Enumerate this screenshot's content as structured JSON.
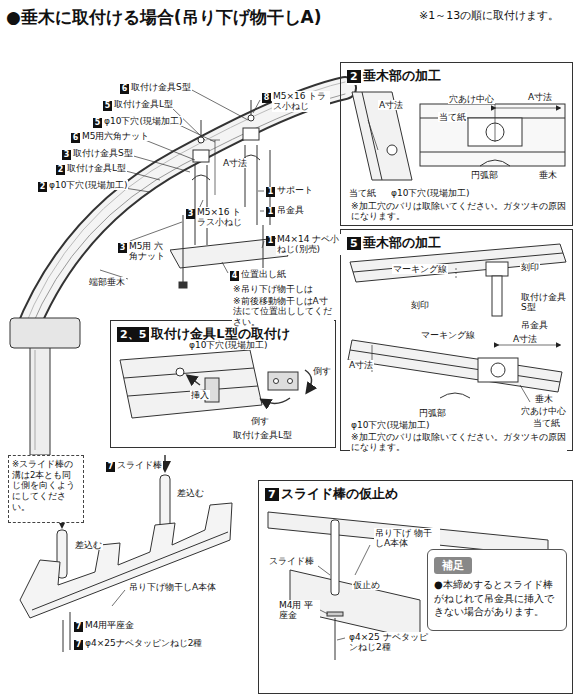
{
  "diagram": {
    "title": "●垂木に取付ける場合(吊り下げ物干しA)",
    "nodes": [
      {
        "text": [
          "2",
          "垂木部の加工"
        ]
      },
      {
        "text": [
          "5",
          "垂木部の加工"
        ]
      },
      {
        "text": [
          "2、5",
          "取付け金具L型の取付け"
        ]
      },
      {
        "text": [
          "※スライド棒の溝は2本とも同じ側を向くようにしてください。"
        ]
      },
      {
        "text": [
          "7",
          "スライド棒の仮止め"
        ]
      },
      {
        "text": [
          "補足",
          "●本締めするとスライド棒がねじれて吊金具に挿入できない場合があります。"
        ],
        "in": 4
      }
    ],
    "labels": [
      "※1～13の順に取付けます。",
      "6",
      "取付け金具S型",
      "5",
      "取付け金具L型",
      "5",
      "φ10下穴(現場加工)",
      "6",
      "M5用六角ナット",
      "3",
      "取付け金具S型",
      "2",
      "取付け金具L型",
      "2",
      "φ10下穴(現場加工)",
      "8",
      "M5×16 トラス小ねじ",
      "A寸法",
      "1",
      "サポート",
      "1",
      "吊金具",
      "1",
      "M4×14 ナベ小ねじ(別売)",
      "3",
      "M5×16 トラス小ねじ",
      "3",
      "M5用 六角ナット",
      "4",
      "位置出し紙",
      "※吊り下げ物干しは",
      "※前後移動物干しはA寸法にて位置出ししてください。",
      "端部垂木",
      "A寸法",
      "穴あけ中心",
      "A寸法",
      "当て紙",
      "円弧部",
      "垂木",
      "当て紙",
      "φ10下穴(現場加工)",
      "※加工穴のバリは取除いてください。ガタツキの原因になります。",
      "マーキング線",
      "刻印",
      "刻印",
      "取付け金具S型",
      "吊金具",
      "マーキング線",
      "A寸法",
      "A寸法",
      "垂木",
      "穴あけ中心",
      "当て紙",
      "円弧部",
      "φ10下穴(現場加工)",
      "※加工穴のバリは取除いてください。ガタツキの原因になります。",
      "φ10下穴(現場加工)",
      "挿入",
      "倒す",
      "倒す",
      "取付け金具L型",
      "7",
      "スライド棒",
      "差込む",
      "差込む",
      "吊り下げ物干しA本体",
      "7",
      "M4用平座金",
      "7",
      "φ4×25ナベタッピンねじ2種",
      "吊り下げ 物干しA本体",
      "スライド棒",
      "仮止め",
      "M4用 平座金",
      "φ4×25 ナベタッピンねじ2種"
    ]
  }
}
